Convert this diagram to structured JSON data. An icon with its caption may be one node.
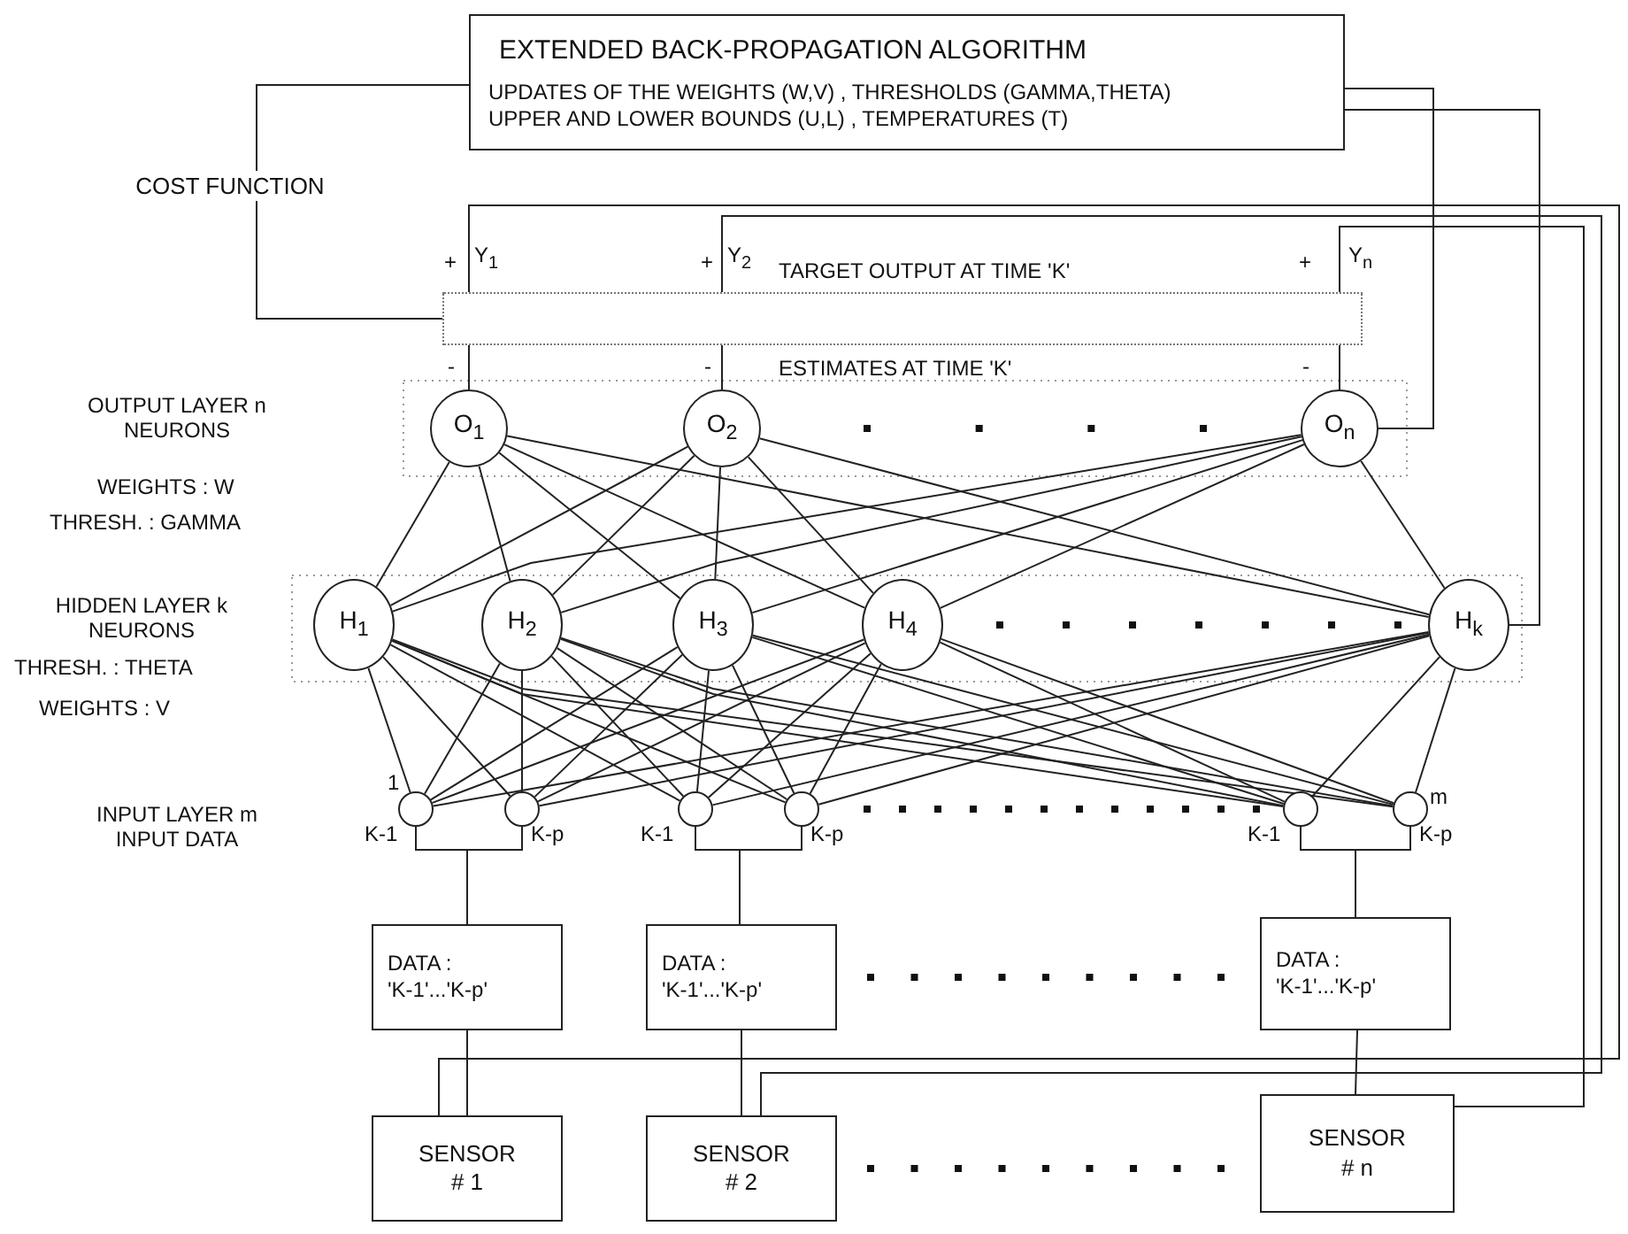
{
  "diagram": {
    "nodes": [
      {
        "text": [
          "EXTENDED BACK-PROPAGATION ALGORITHM",
          "UPDATES OF THE WEIGHTS (W,V) , THRESHOLDS (GAMMA,THETA)",
          "UPPER AND LOWER BOUNDS (U,L) , TEMPERATURES (T)"
        ]
      },
      {
        "text": [],
        "shape": "box"
      },
      {
        "text": [
          "O$_{1}$"
        ]
      },
      {
        "text": [
          "O$_{2}$"
        ]
      },
      {
        "text": [
          "O$_{n}$"
        ]
      },
      {
        "text": [
          "H$_{1}$"
        ]
      },
      {
        "text": [
          "H$_{2}$"
        ]
      },
      {
        "text": [
          "H$_{3}$"
        ]
      },
      {
        "text": [
          "H$_{4}$"
        ]
      },
      {
        "text": [
          "H$_{k}$"
        ]
      },
      {
        "text": [],
        "shape": "circle"
      },
      {
        "text": [],
        "shape": "circle"
      },
      {
        "text": [],
        "shape": "circle"
      },
      {
        "text": [],
        "shape": "circle"
      },
      {
        "text": [],
        "shape": "circle"
      },
      {
        "text": [],
        "shape": "circle"
      },
      {
        "text": [
          "DATA : 'K-1'...'K-p'"
        ]
      },
      {
        "text": [
          "DATA : 'K-1'...'K-p'"
        ]
      },
      {
        "text": [
          "DATA : 'K-1'...'K-p'"
        ]
      },
      {
        "text": [
          "SENSOR # 1"
        ]
      },
      {
        "text": [
          "SENSOR # 2"
        ]
      },
      {
        "text": [
          "SENSOR # n"
        ]
      }
    ],
    "edges": [
      {
        "from": 1,
        "to": 0,
        "arrow": "none",
        "label": "COST FUNCTION"
      },
      {
        "from": 2,
        "to": 1,
        "arrow": "none"
      },
      {
        "from": 3,
        "to": 1,
        "arrow": "none"
      },
      {
        "from": 4,
        "to": 1,
        "arrow": "none"
      },
      {
        "from": 19,
        "to": 1,
        "arrow": "none"
      },
      {
        "from": 20,
        "to": 1,
        "arrow": "none"
      },
      {
        "from": 21,
        "to": 1,
        "arrow": "none"
      },
      {
        "from": 0,
        "to": 4,
        "arrow": "none"
      },
      {
        "from": 0,
        "to": 9,
        "arrow": "none"
      },
      {
        "from": 2,
        "to": 5,
        "arrow": "none"
      },
      {
        "from": 2,
        "to": 6,
        "arrow": "none"
      },
      {
        "from": 2,
        "to": 7,
        "arrow": "none"
      },
      {
        "from": 2,
        "to": 8,
        "arrow": "none"
      },
      {
        "from": 2,
        "to": 9,
        "arrow": "none"
      },
      {
        "from": 3,
        "to": 5,
        "arrow": "none"
      },
      {
        "from": 3,
        "to": 6,
        "arrow": "none"
      },
      {
        "from": 3,
        "to": 7,
        "arrow": "none"
      },
      {
        "from": 3,
        "to": 8,
        "arrow": "none"
      },
      {
        "from": 3,
        "to": 9,
        "arrow": "none"
      },
      {
        "from": 4,
        "to": 5,
        "arrow": "none"
      },
      {
        "from": 4,
        "to": 6,
        "arrow": "none"
      },
      {
        "from": 4,
        "to": 7,
        "arrow": "none"
      },
      {
        "from": 4,
        "to": 8,
        "arrow": "none"
      },
      {
        "from": 4,
        "to": 9,
        "arrow": "none"
      },
      {
        "from": 5,
        "to": 10,
        "arrow": "none"
      },
      {
        "from": 5,
        "to": 11,
        "arrow": "none"
      },
      {
        "from": 5,
        "to": 12,
        "arrow": "none"
      },
      {
        "from": 5,
        "to": 13,
        "arrow": "none"
      },
      {
        "from": 5,
        "to": 14,
        "arrow": "none"
      },
      {
        "from": 5,
        "to": 15,
        "arrow": "none"
      },
      {
        "from": 6,
        "to": 10,
        "arrow": "none"
      },
      {
        "from": 6,
        "to": 11,
        "arrow": "none"
      },
      {
        "from": 6,
        "to": 12,
        "arrow": "none"
      },
      {
        "from": 6,
        "to": 13,
        "arrow": "none"
      },
      {
        "from": 6,
        "to": 14,
        "arrow": "none"
      },
      {
        "from": 6,
        "to": 15,
        "arrow": "none"
      },
      {
        "from": 7,
        "to": 10,
        "arrow": "none"
      },
      {
        "from": 7,
        "to": 11,
        "arrow": "none"
      },
      {
        "from": 7,
        "to": 12,
        "arrow": "none"
      },
      {
        "from": 7,
        "to": 13,
        "arrow": "none"
      },
      {
        "from": 7,
        "to": 14,
        "arrow": "none"
      },
      {
        "from": 7,
        "to": 15,
        "arrow": "none"
      },
      {
        "from": 8,
        "to": 10,
        "arrow": "none"
      },
      {
        "from": 8,
        "to": 11,
        "arrow": "none"
      },
      {
        "from": 8,
        "to": 12,
        "arrow": "none"
      },
      {
        "from": 8,
        "to": 13,
        "arrow": "none"
      },
      {
        "from": 8,
        "to": 14,
        "arrow": "none"
      },
      {
        "from": 8,
        "to": 15,
        "arrow": "none"
      },
      {
        "from": 9,
        "to": 10,
        "arrow": "none"
      },
      {
        "from": 9,
        "to": 11,
        "arrow": "none"
      },
      {
        "from": 9,
        "to": 12,
        "arrow": "none"
      },
      {
        "from": 9,
        "to": 13,
        "arrow": "none"
      },
      {
        "from": 9,
        "to": 14,
        "arrow": "none"
      },
      {
        "from": 9,
        "to": 15,
        "arrow": "none"
      },
      {
        "from": 10,
        "to": 16,
        "arrow": "none"
      },
      {
        "from": 11,
        "to": 16,
        "arrow": "none"
      },
      {
        "from": 12,
        "to": 17,
        "arrow": "none"
      },
      {
        "from": 13,
        "to": 17,
        "arrow": "none"
      },
      {
        "from": 14,
        "to": 18,
        "arrow": "none"
      },
      {
        "from": 15,
        "to": 18,
        "arrow": "none"
      },
      {
        "from": 16,
        "to": 19,
        "arrow": "none"
      },
      {
        "from": 17,
        "to": 20,
        "arrow": "none"
      },
      {
        "from": 18,
        "to": 21,
        "arrow": "none"
      }
    ],
    "labels": [
      "+",
      "Y$_{1}$",
      "+",
      "Y$_{2}$",
      "TARGET OUTPUT AT TIME 'K'",
      "+",
      "Y$_{n}$",
      "-",
      "-",
      "ESTIMATES AT TIME 'K'",
      "-",
      "OUTPUT LAYER n NEURONS",
      "WEIGHTS : W",
      "THRESH. : GAMMA",
      "HIDDEN LAYER k NEURONS",
      "THRESH. : THETA",
      "WEIGHTS : V",
      "1",
      "m",
      "INPUT LAYER m INPUT DATA",
      "K-1",
      "K-p",
      "K-1",
      "K-p",
      "K-1",
      "K-p"
    ]
  }
}
